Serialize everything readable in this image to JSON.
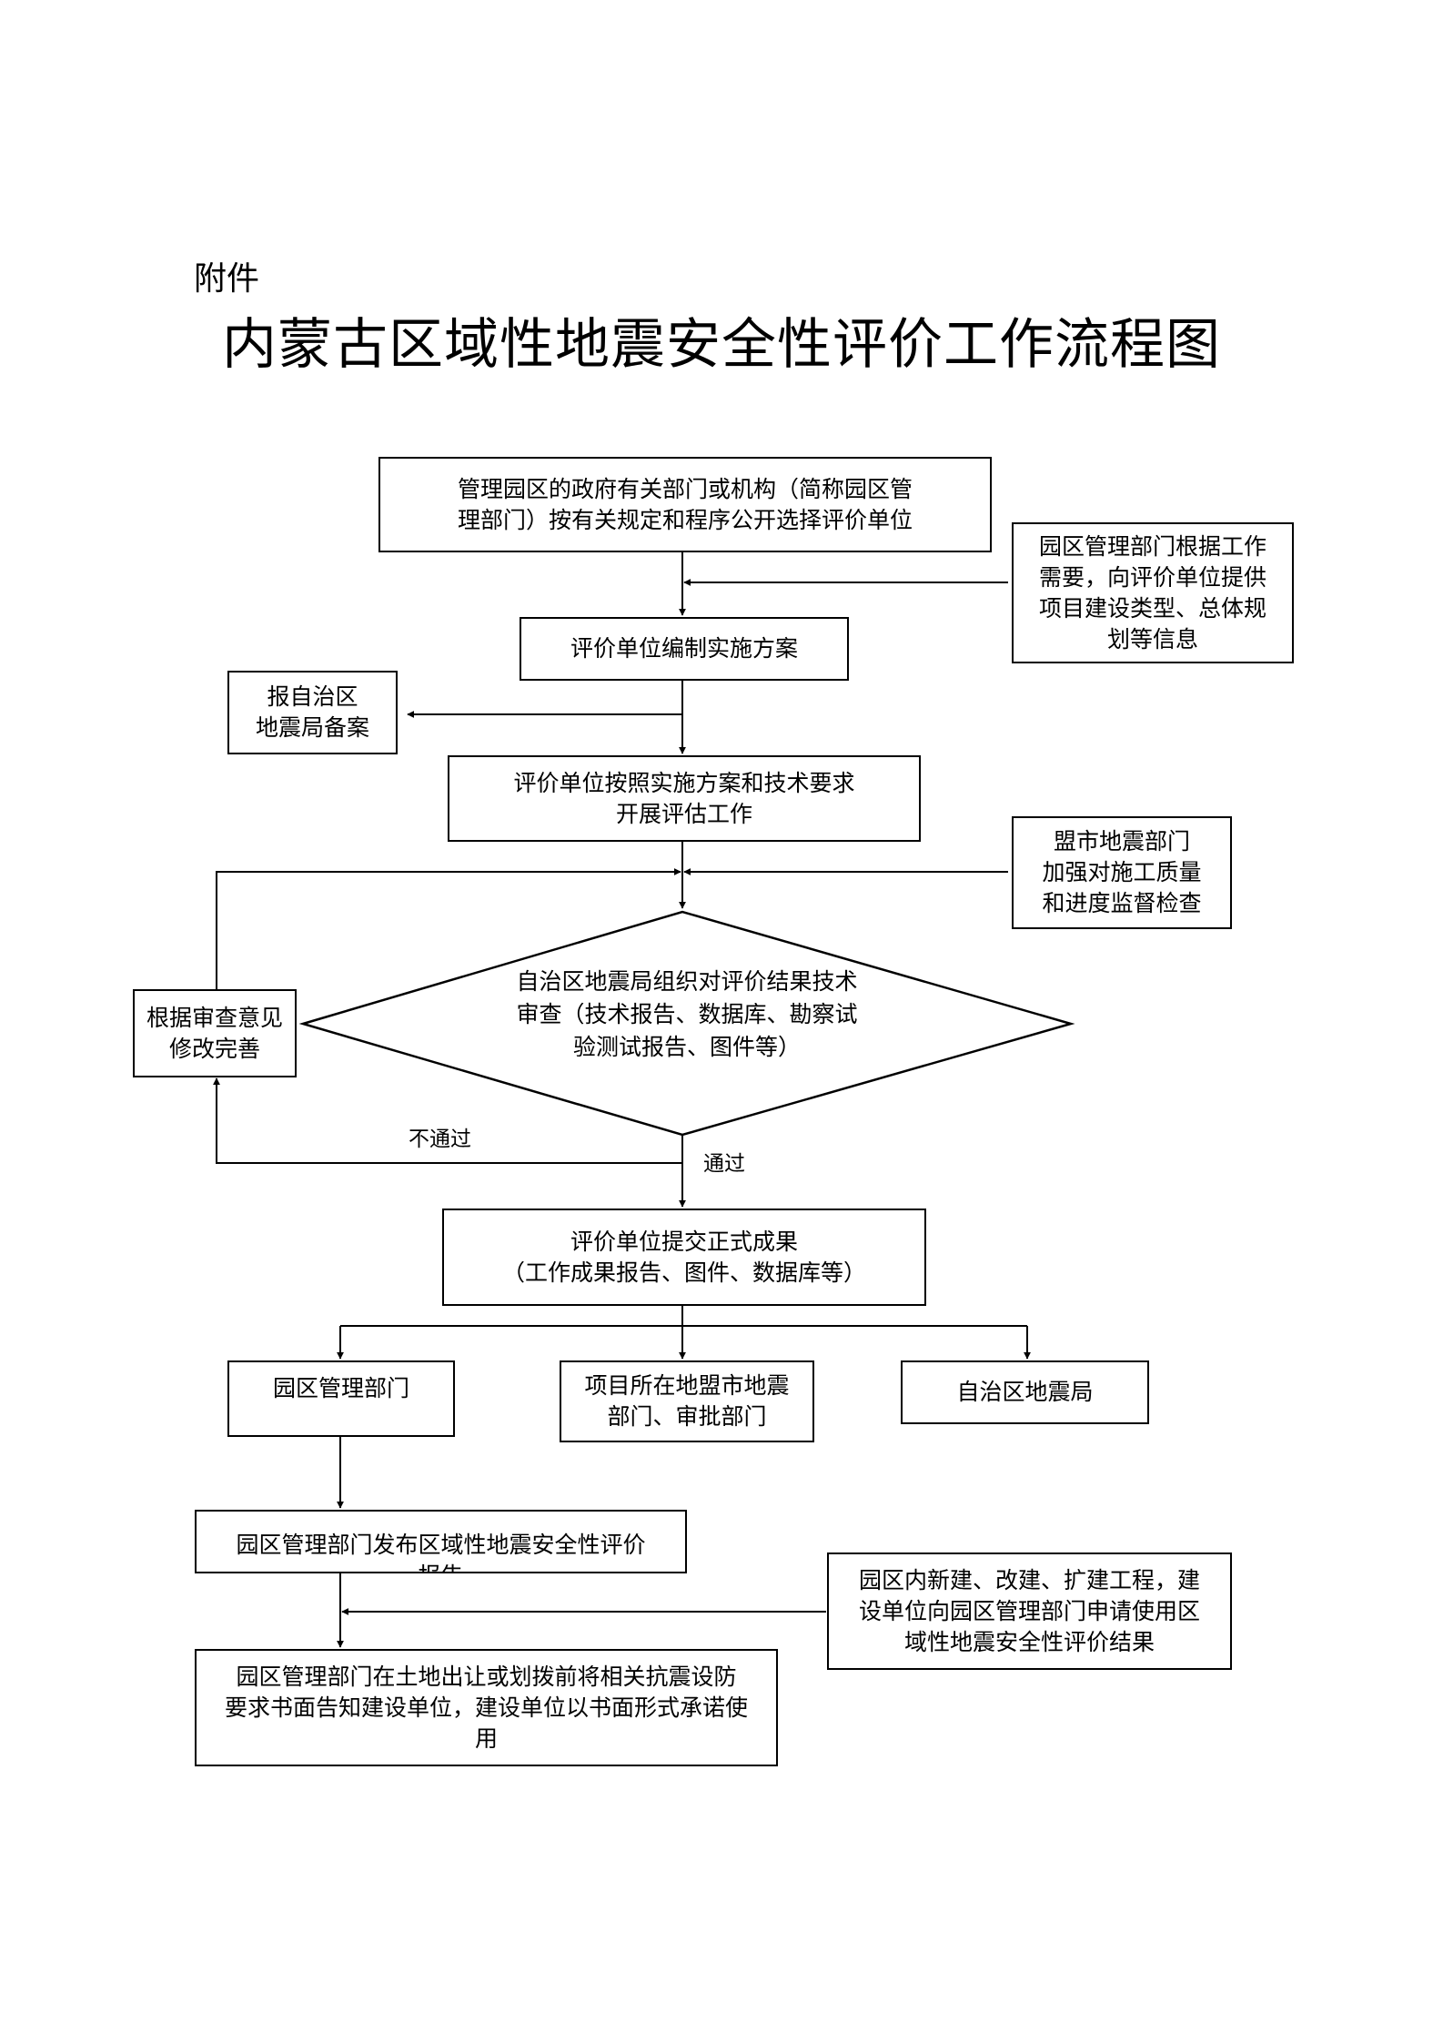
{
  "header": {
    "attachment_label": "附件",
    "title": "内蒙古区域性地震安全性评价工作流程图"
  },
  "nodes": {
    "select_unit": "管理园区的政府有关部门或机构（简称园区管\n理部门）按有关规定和程序公开选择评价单位",
    "provide_info": "园区管理部门根据工作\n需要，向评价单位提供\n项目建设类型、总体规\n划等信息",
    "draft_plan": "评价单位编制实施方案",
    "filing": "报自治区\n地震局备案",
    "conduct_eval": "评价单位按照实施方案和技术要求\n开展评估工作",
    "supervision": "盟市地震部门\n加强对施工质量\n和进度监督检查",
    "technical_review": "自治区地震局组织对评价结果技术\n审查（技术报告、数据库、勘察试\n验测试报告、图件等）",
    "revise": "根据审查意见\n修改完善",
    "submit_results": "评价单位提交正式成果\n（工作成果报告、图件、数据库等）",
    "park_dept": "园区管理部门",
    "league_dept": "项目所在地盟市地震\n部门、审批部门",
    "region_bureau": "自治区地震局",
    "publish_report": "园区管理部门发布区域性地震安全性评价\n报告",
    "apply_use": "园区内新建、改建、扩建工程，建\n设单位向园区管理部门申请使用区\n域性地震安全性评价结果",
    "notify_builder": "园区管理部门在土地出让或划拨前将相关抗震设防\n要求书面告知建设单位，建设单位以书面形式承诺使\n用"
  },
  "edges": {
    "fail_label": "不通过",
    "pass_label": "通过"
  }
}
